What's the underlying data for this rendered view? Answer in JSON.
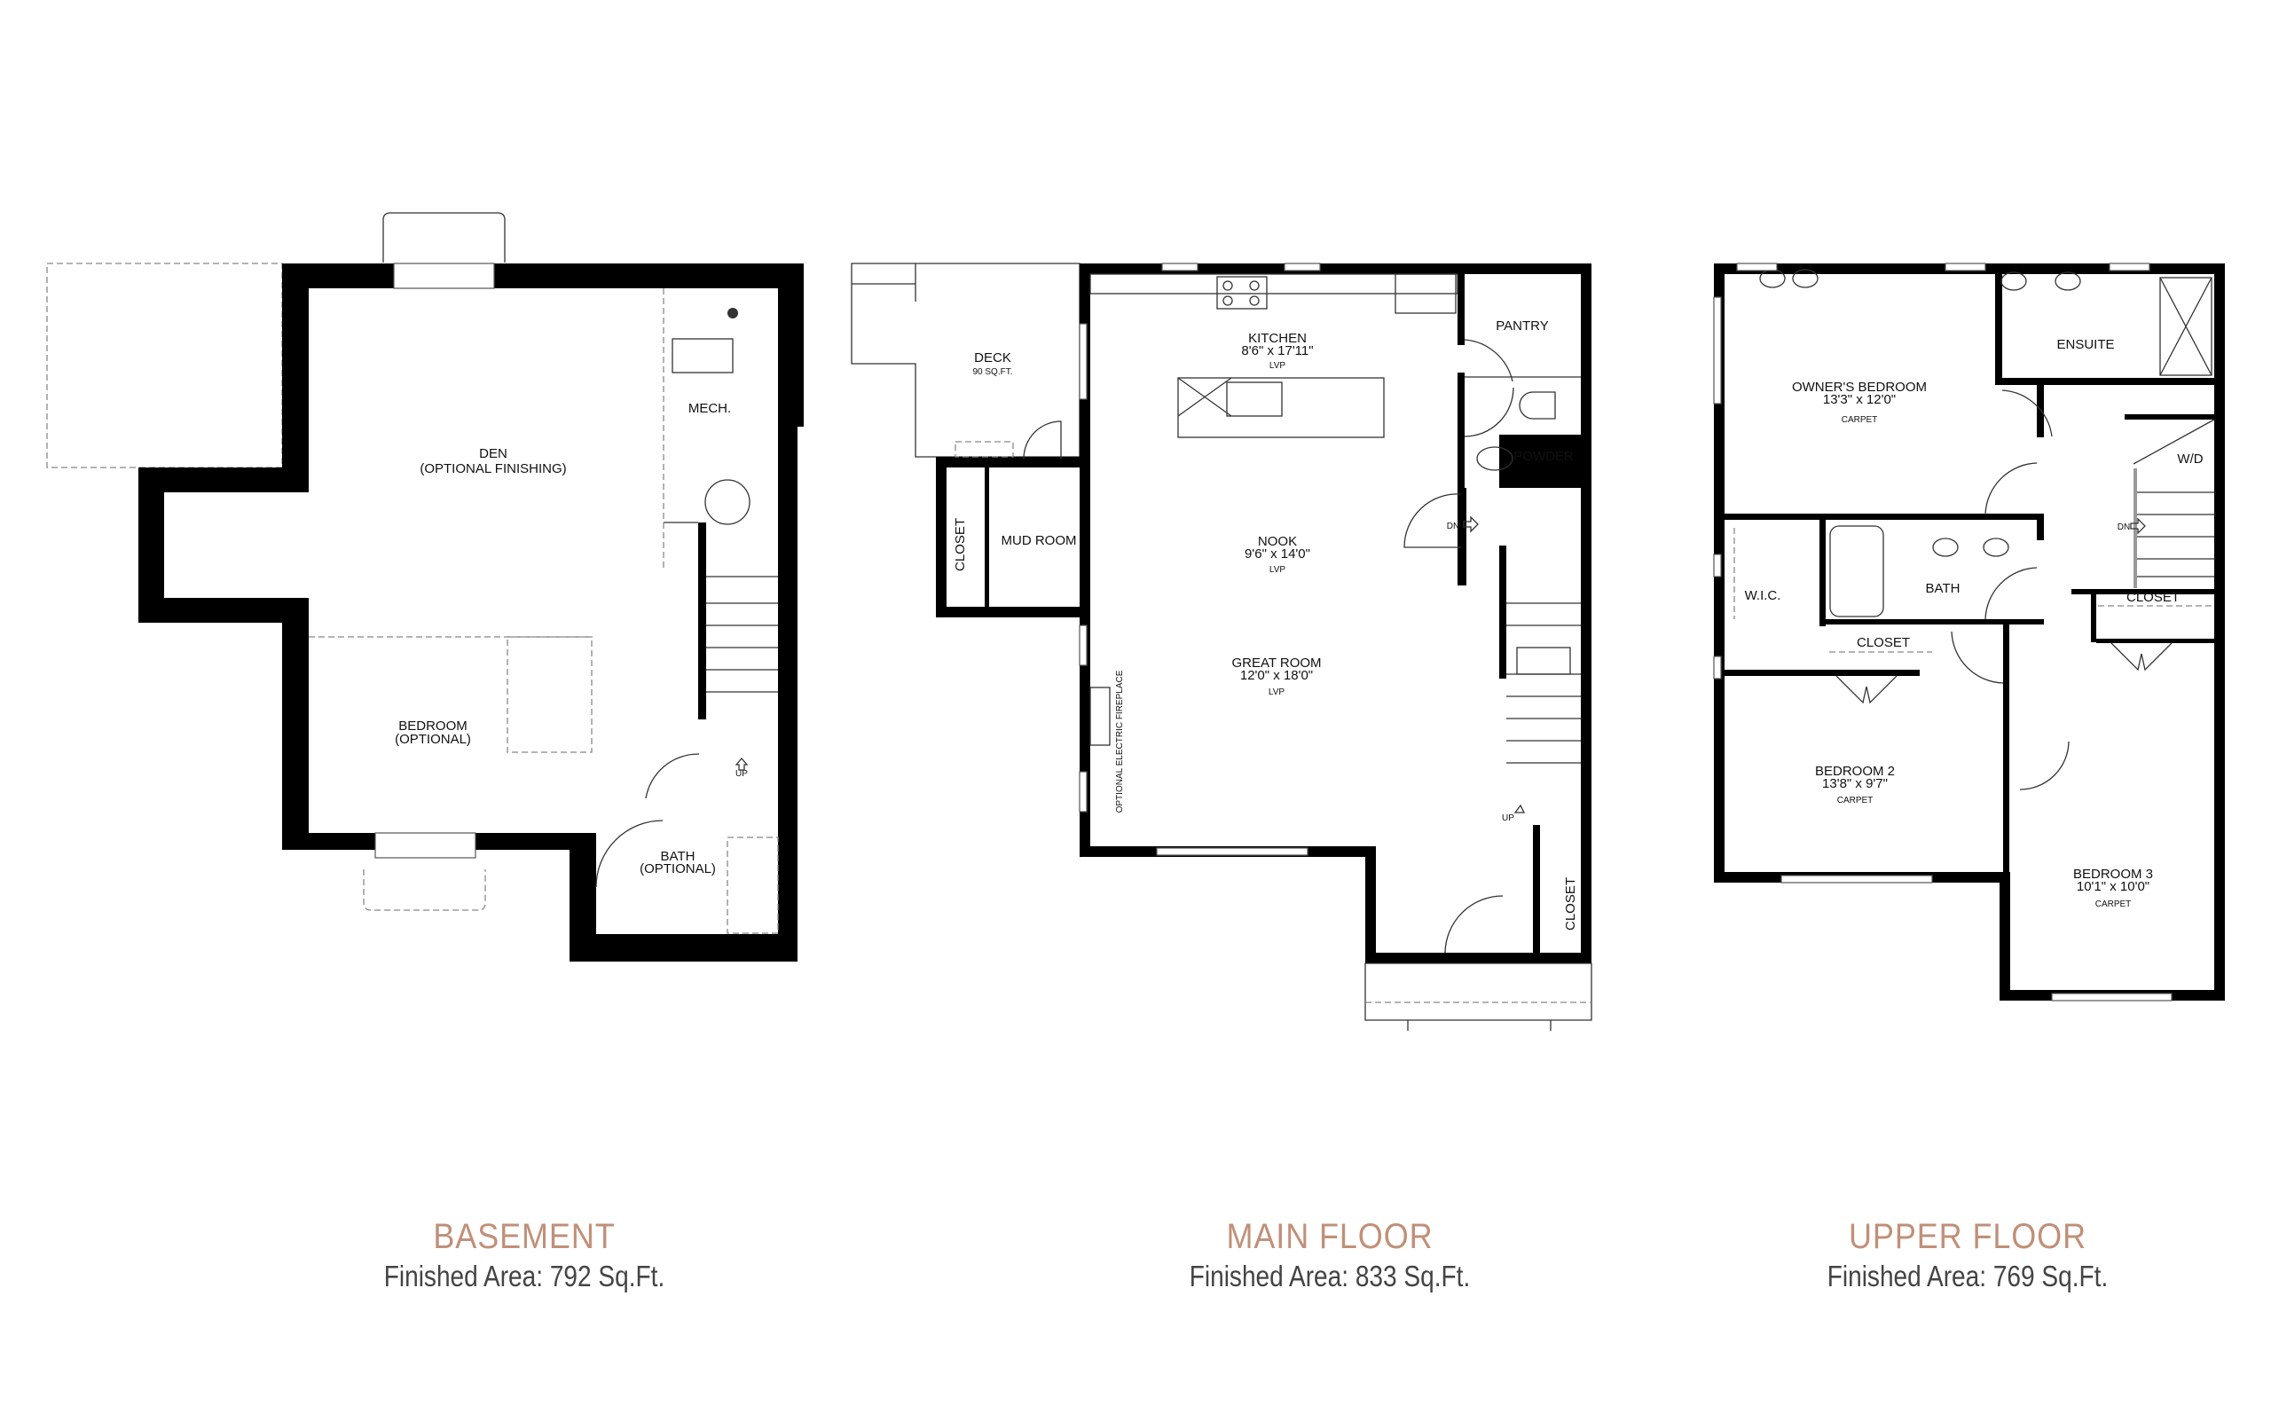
{
  "basement": {
    "title": "BASEMENT",
    "area": "Finished Area: 792 Sq.Ft.",
    "rooms": {
      "den": "DEN",
      "den_note": "(OPTIONAL FINISHING)",
      "bedroom": "BEDROOM",
      "bedroom_note": "(OPTIONAL)",
      "mech": "MECH.",
      "bath": "BATH",
      "bath_note": "(OPTIONAL)",
      "up": "UP"
    }
  },
  "main": {
    "title": "MAIN FLOOR",
    "area": "Finished Area: 833 Sq.Ft.",
    "rooms": {
      "deck": "DECK",
      "deck_area": "90 SQ.FT.",
      "kitchen": "KITCHEN",
      "kitchen_dims": "8'6\" x 17'11\"",
      "kitchen_floor": "LVP",
      "pantry": "PANTRY",
      "powder": "POWDER",
      "mud_room": "MUD ROOM",
      "closet_left": "CLOSET",
      "nook": "NOOK",
      "nook_dims": "9'6\" x 14'0\"",
      "nook_floor": "LVP",
      "great_room": "GREAT ROOM",
      "great_room_dims": "12'0\" x 18'0\"",
      "great_room_floor": "LVP",
      "fireplace": "OPTIONAL ELECTRIC FIREPLACE",
      "dn": "DN",
      "up": "UP",
      "closet_right": "CLOSET"
    }
  },
  "upper": {
    "title": "UPPER FLOOR",
    "area": "Finished Area: 769 Sq.Ft.",
    "rooms": {
      "owners": "OWNER'S BEDROOM",
      "owners_dims": "13'3\" x 12'0\"",
      "owners_floor": "CARPET",
      "ensuite": "ENSUITE",
      "wd": "W/D",
      "dn": "DN",
      "wic": "W.I.C.",
      "bath": "BATH",
      "closet1": "CLOSET",
      "bed2": "BEDROOM 2",
      "bed2_dims": "13'8\" x 9'7\"",
      "bed2_floor": "CARPET",
      "closet2": "CLOSET",
      "bed3": "BEDROOM 3",
      "bed3_dims": "10'1\" x 10'0\"",
      "bed3_floor": "CARPET"
    }
  },
  "colors": {
    "title": "#c09078",
    "subtitle": "#444444",
    "wall": "#000000"
  }
}
